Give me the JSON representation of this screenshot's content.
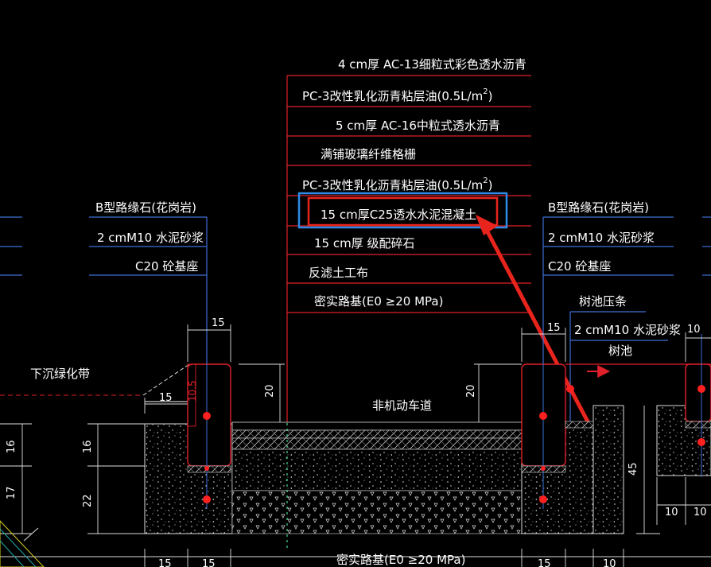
{
  "callout_layers": [
    {
      "label": "4 cm厚 AC-13细粒式彩色透水沥青"
    },
    {
      "label": "PC-3改性乳化沥青粘层油(0.5L/m",
      "sup": "2",
      "tail": ")"
    },
    {
      "label": "5 cm厚 AC-16中粒式透水沥青"
    },
    {
      "label": "满铺玻璃纤维格栅"
    },
    {
      "label": "PC-3改性乳化沥青粘层油(0.5L/m",
      "sup": "2",
      "tail": ")"
    },
    {
      "label": "15 cm厚C25透水水泥混凝土",
      "highlighted": true
    },
    {
      "label": "15 cm厚 级配碎石"
    },
    {
      "label": "反滤土工布"
    },
    {
      "label": "密实路基(E0 ≥20 MPa)"
    }
  ],
  "left_curb_labels": [
    "B型路缘石(花岗岩)",
    "2 cmM10 水泥砂浆",
    "C20 砼基座"
  ],
  "right_curb_labels": [
    "B型路缘石(花岗岩)",
    "2 cmM10 水泥砂浆",
    "C20 砼基座"
  ],
  "tree_pit": {
    "edge_label": "树池压条",
    "mortar_label": "2 cmM10 水泥砂浆",
    "pit_label": "树池"
  },
  "lane_label": "非机动车道",
  "green_belt_label": "下沉绿化带",
  "subgrade_bottom_label": "密实路基(E0 ≥20 MPa)",
  "dimensions": {
    "curb_width_left": "15",
    "curb_width_right": "15",
    "curb_height_left": "20",
    "curb_height_right": "20",
    "green_offset": "15",
    "small_red": "10.5",
    "left_16": "16",
    "left_17": "17",
    "left_16b": "16",
    "left_22": "22",
    "pit_depth": "45",
    "right_10a": "10",
    "right_10b": "10",
    "right_10c": "10",
    "right_15": "15",
    "bottom_15a": "15",
    "bottom_15b": "15",
    "bottom_15c": "15",
    "bottom_10": "10"
  },
  "colors": {
    "leader_red": "#e0202a",
    "highlight_blue": "#2e8be6",
    "highlight_red": "#e8241c",
    "dim_blue": "#3c6fd6",
    "axis_red": "#ff2020"
  }
}
